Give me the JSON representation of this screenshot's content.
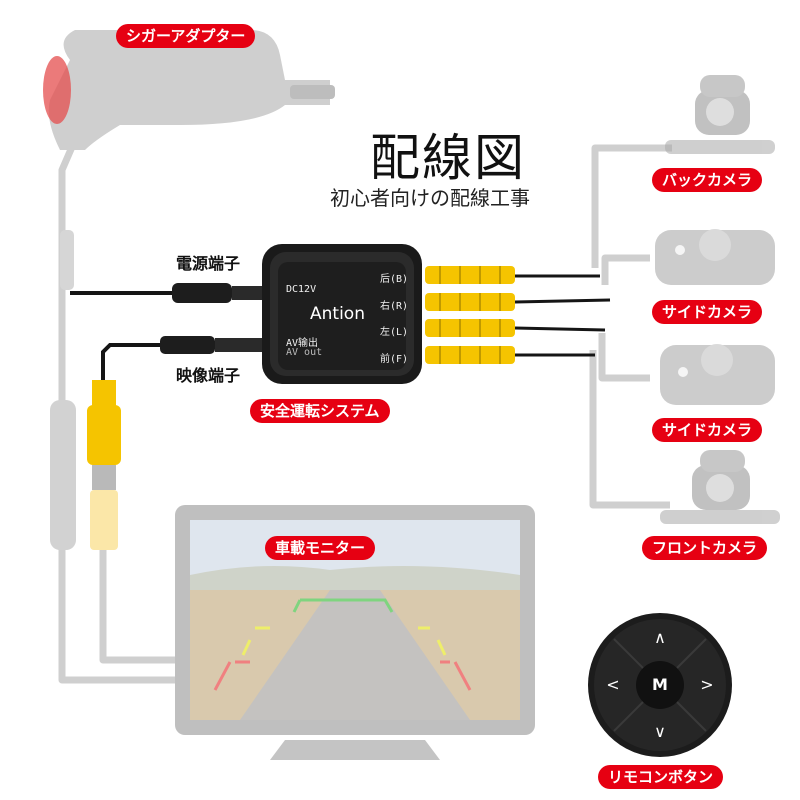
{
  "title": "配線図",
  "subtitle": "初心者向けの配線工事",
  "components": {
    "cigar_adapter": "シガーアダプター",
    "control_box": "安全運転システム",
    "monitor": "車載モニター",
    "remote": "リモコンボタン"
  },
  "cameras": [
    "バックカメラ",
    "サイドカメラ",
    "サイドカメラ",
    "フロントカメラ"
  ],
  "ports": {
    "power": "電源端子",
    "video": "映像端子"
  },
  "box": {
    "brand": "Antion",
    "dc_label": "DC12V",
    "av_out_label": "AV输出",
    "av_out_sub": "AV out",
    "inputs": [
      "后(B)",
      "右(R)",
      "左(L)",
      "前(F)"
    ]
  },
  "remote_keys": {
    "center": "M",
    "up": "∧",
    "down": "∨",
    "left": "<",
    "right": ">"
  },
  "colors": {
    "accent": "#e60012",
    "rca_yellow": "#f5c400",
    "cable_black": "#151515",
    "faded_gray": "#c8c8c8"
  }
}
